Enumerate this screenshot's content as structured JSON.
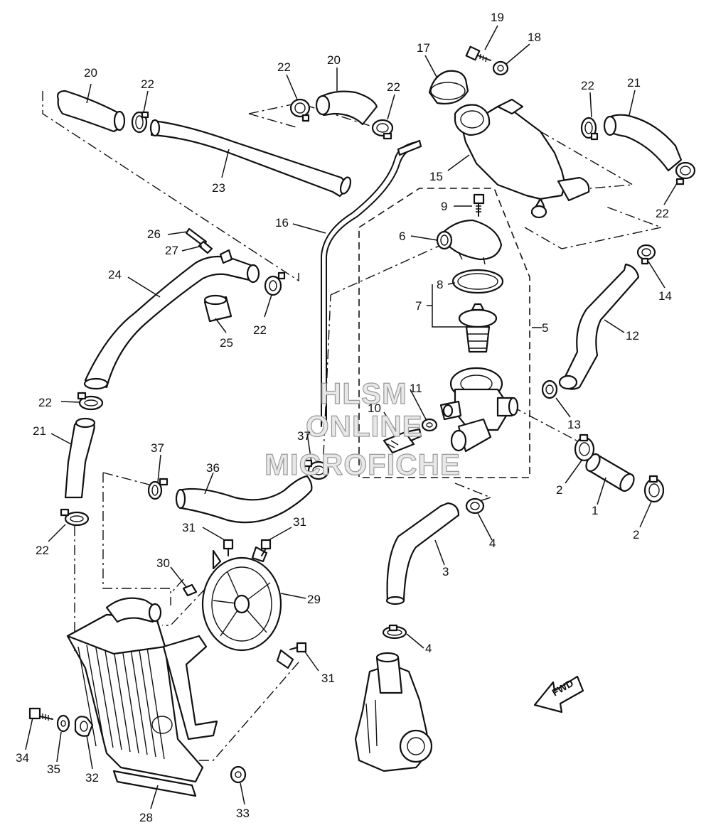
{
  "watermark": {
    "line1": "HLSM",
    "line2": "ONLINE",
    "line3": "MICROFICHE"
  },
  "direction_label": "FWD",
  "callouts": [
    "1",
    "2",
    "2",
    "3",
    "4",
    "4",
    "5",
    "6",
    "7",
    "8",
    "9",
    "10",
    "11",
    "12",
    "13",
    "14",
    "15",
    "16",
    "17",
    "18",
    "19",
    "20",
    "20",
    "21",
    "21",
    "22",
    "22",
    "22",
    "22",
    "22",
    "22",
    "22",
    "22",
    "23",
    "24",
    "25",
    "26",
    "27",
    "28",
    "29",
    "30",
    "31",
    "31",
    "31",
    "32",
    "33",
    "34",
    "35",
    "36",
    "37",
    "37"
  ]
}
